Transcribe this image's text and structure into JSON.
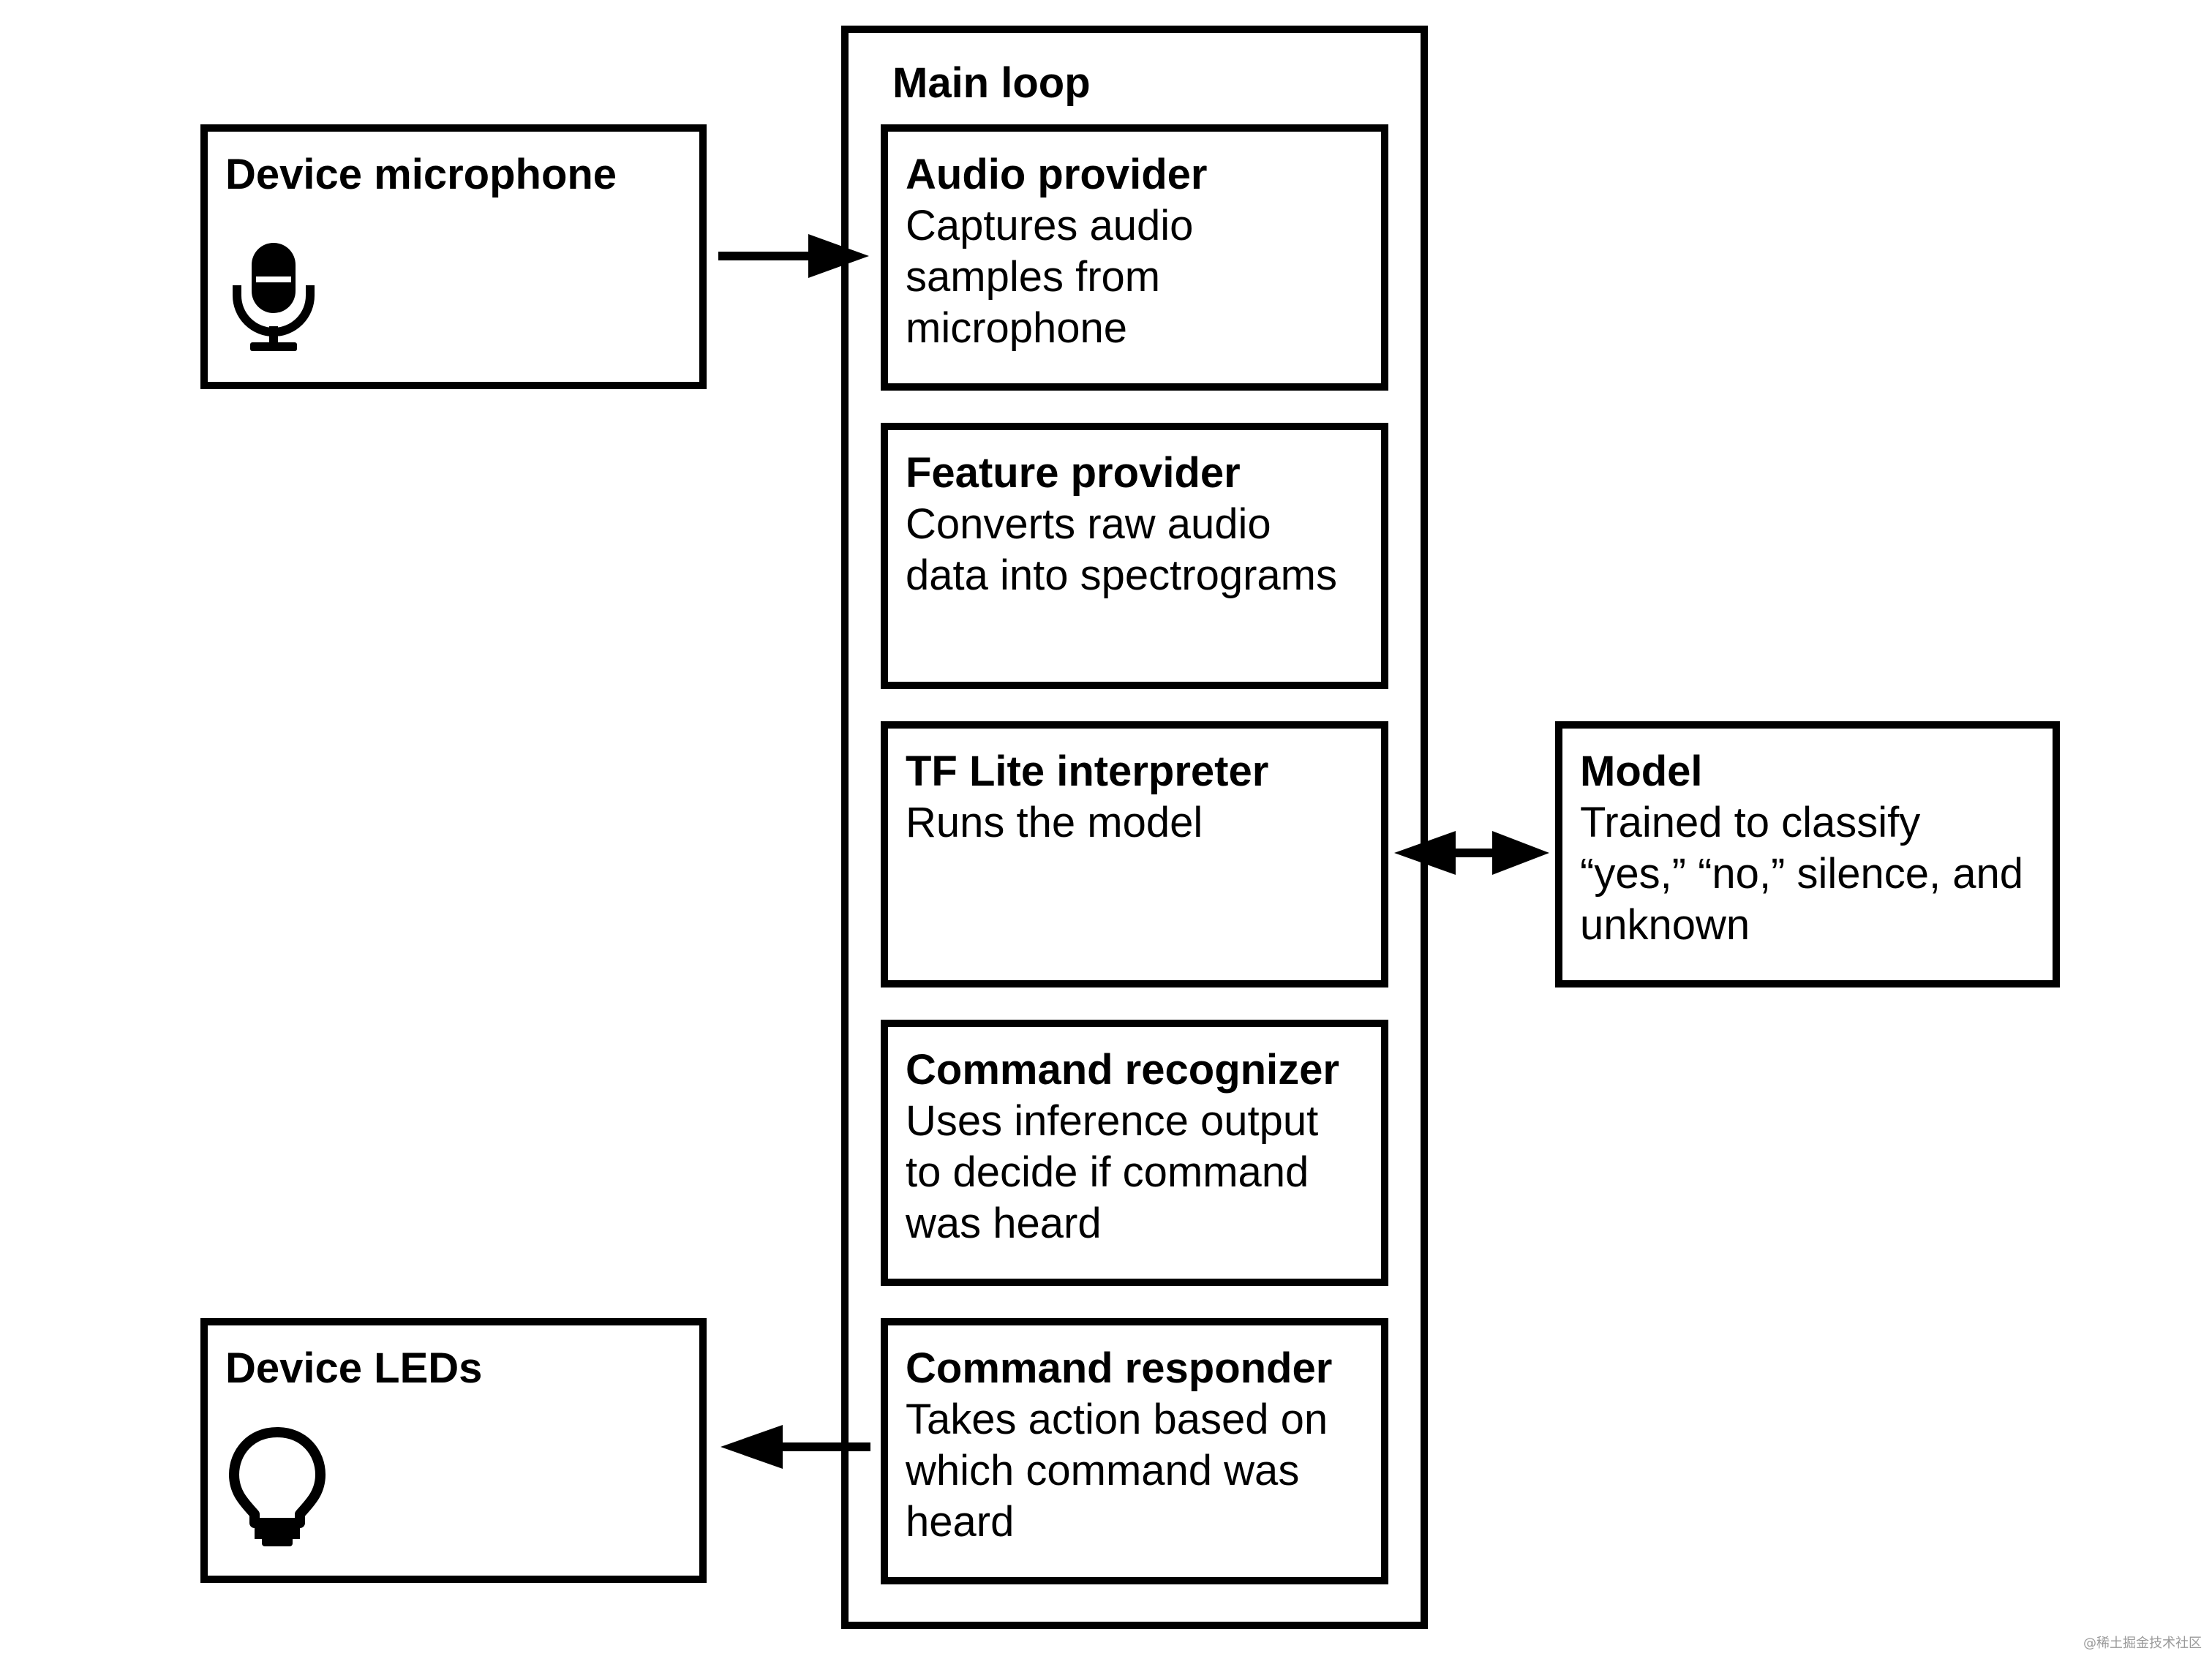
{
  "main_loop": {
    "title": "Main loop",
    "components": [
      {
        "title": "Audio provider",
        "description": "Captures audio\nsamples from\nmicrophone"
      },
      {
        "title": "Feature provider",
        "description": "Converts raw audio\ndata into spectrograms"
      },
      {
        "title": "TF Lite interpreter",
        "description": "Runs the model"
      },
      {
        "title": "Command recognizer",
        "description": "Uses inference output\nto decide if command\nwas heard"
      },
      {
        "title": "Command responder",
        "description": "Takes action based on\nwhich command was\nheard"
      }
    ]
  },
  "device_microphone": {
    "title": "Device microphone",
    "icon": "microphone-icon"
  },
  "device_leds": {
    "title": "Device LEDs",
    "icon": "lightbulb-icon"
  },
  "model": {
    "title": "Model",
    "description": "Trained to classify\n“yes,” “no,” silence, and\nunknown"
  },
  "watermark": "@稀土掘金技术社区",
  "colors": {
    "stroke": "#000000",
    "background": "#ffffff"
  }
}
